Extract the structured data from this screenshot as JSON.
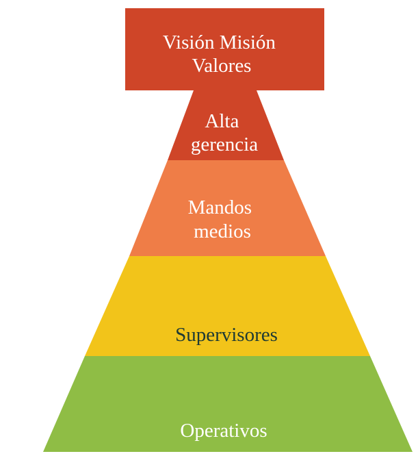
{
  "diagram": {
    "type": "pyramid",
    "top_box": {
      "line1": "Visión Misión",
      "line2": "Valores",
      "color": "#cf4528"
    },
    "layers": [
      {
        "id": "alta-gerencia",
        "line1": "Alta",
        "line2": "gerencia",
        "color": "#cf4528",
        "text_color": "#ffffff"
      },
      {
        "id": "mandos-medios",
        "line1": "Mandos",
        "line2": "medios",
        "color": "#ef7d47",
        "text_color": "#ffffff"
      },
      {
        "id": "supervisores",
        "line1": "Supervisores",
        "color": "#f2c41a",
        "text_color": "#1e3a34"
      },
      {
        "id": "operativos",
        "line1": "Operativos",
        "color": "#8fbd45",
        "text_color": "#ffffff"
      }
    ]
  }
}
